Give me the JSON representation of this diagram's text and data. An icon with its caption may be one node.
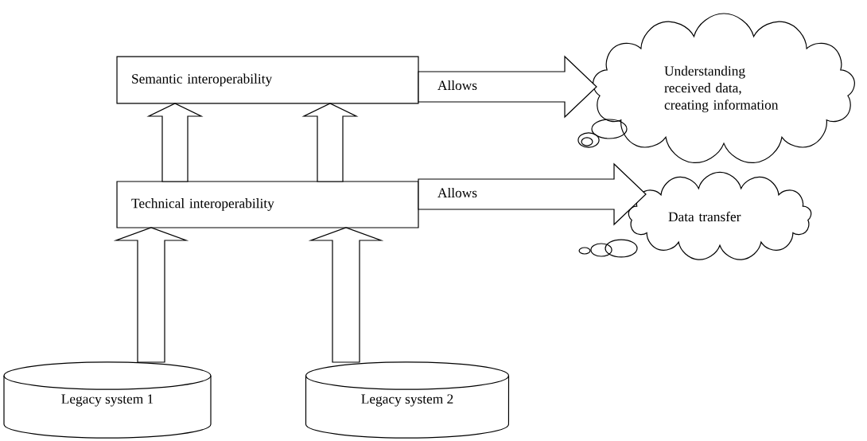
{
  "diagram": {
    "nodes": [
      {
        "text": [
          "Semantic interoperability"
        ]
      },
      {
        "text": [
          "Technical interoperability"
        ]
      },
      {
        "text": [
          "Legacy system 1"
        ]
      },
      {
        "text": [
          "Legacy system 2"
        ]
      },
      {
        "text": [
          "Understanding received data, creating information"
        ]
      },
      {
        "text": [
          "Data transfer"
        ]
      }
    ],
    "edges": [
      {
        "from": 2,
        "to": 1,
        "arrow": "to"
      },
      {
        "from": 3,
        "to": 1,
        "arrow": "to"
      },
      {
        "from": 1,
        "to": 0,
        "arrow": "to"
      },
      {
        "from": 1,
        "to": 0,
        "arrow": "to"
      },
      {
        "from": 0,
        "to": 4,
        "arrow": "to",
        "label": "Allows"
      },
      {
        "from": 1,
        "to": 5,
        "arrow": "to",
        "label": "Allows"
      }
    ]
  }
}
